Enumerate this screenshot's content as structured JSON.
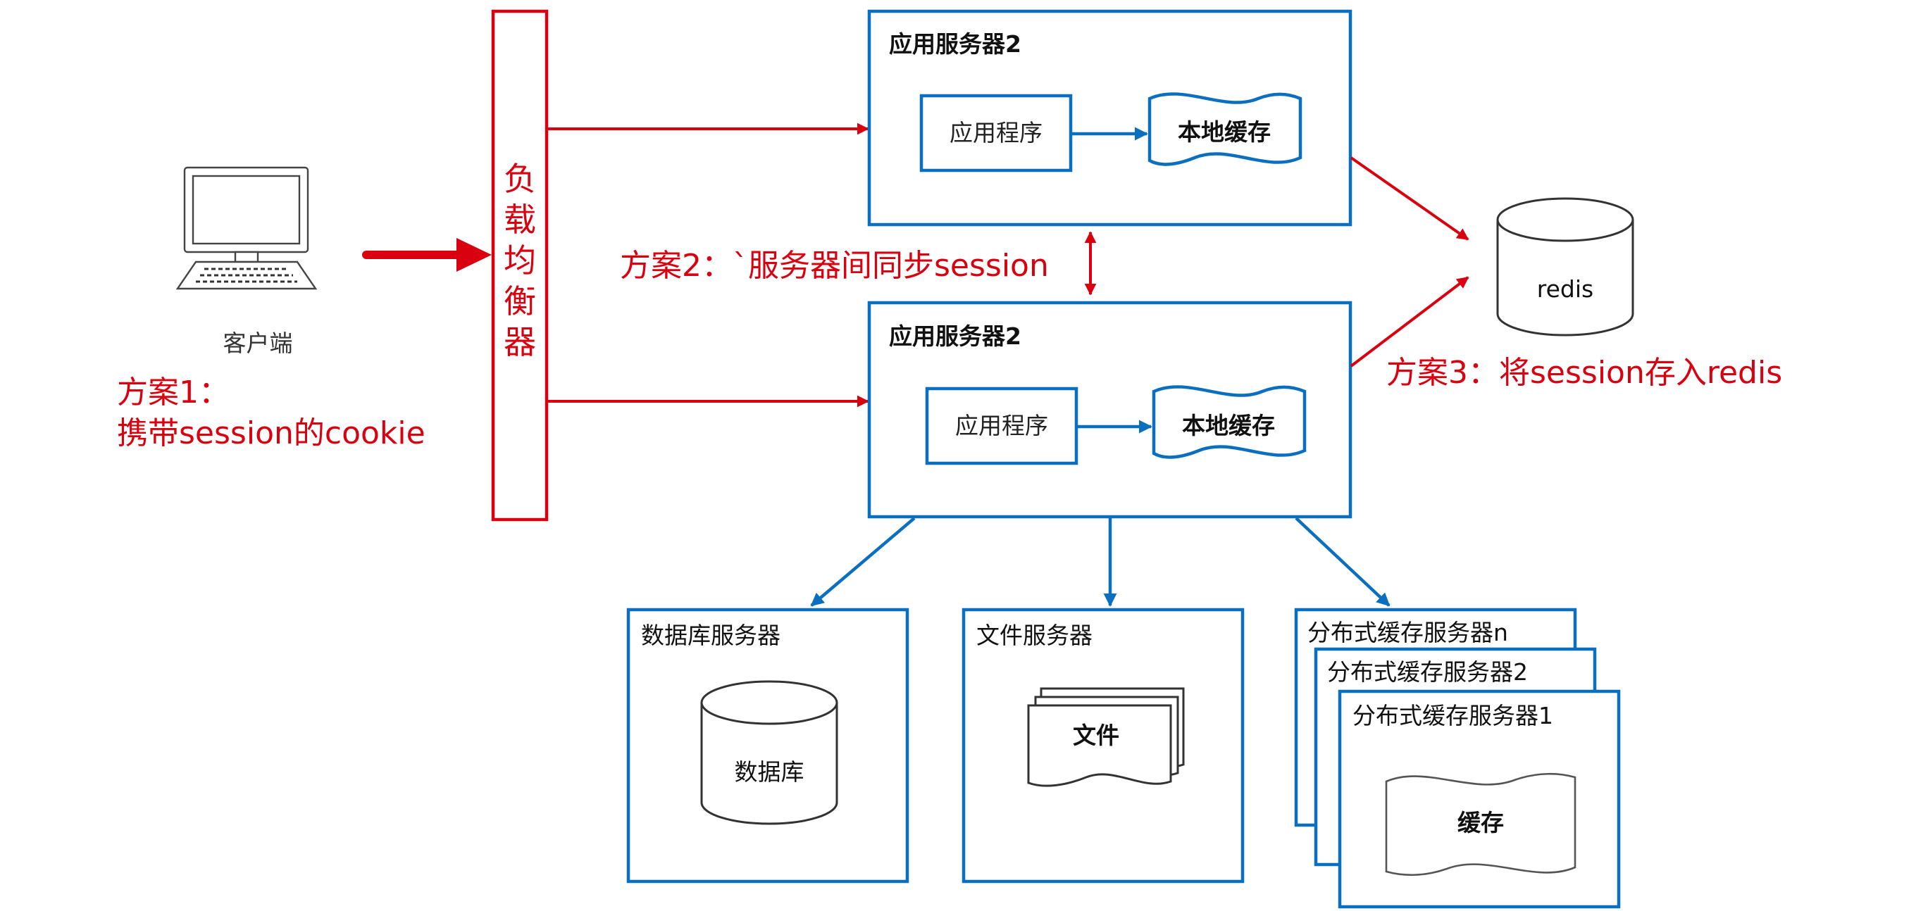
{
  "client": {
    "label": "客户端"
  },
  "load_balancer": {
    "label": "负载均衡器"
  },
  "app_server_top": {
    "title": "应用服务器2",
    "program": "应用程序",
    "local_cache": "本地缓存"
  },
  "app_server_bottom": {
    "title": "应用服务器2",
    "program": "应用程序",
    "local_cache": "本地缓存"
  },
  "redis": {
    "label": "redis"
  },
  "db_server": {
    "title": "数据库服务器",
    "db": "数据库"
  },
  "file_server": {
    "title": "文件服务器",
    "file": "文件"
  },
  "cache_servers": {
    "titles": [
      "分布式缓存服务器n",
      "分布式缓存服务器2",
      "分布式缓存服务器1"
    ],
    "cache": "缓存"
  },
  "notes": {
    "scheme1_line1": "方案1：",
    "scheme1_line2": "携带session的cookie",
    "scheme2": "方案2：`服务器间同步session",
    "scheme3": "方案3：将session存入redis"
  },
  "colors": {
    "red": "#d9000f",
    "blue": "#0a6fbf",
    "black": "#111111",
    "gray": "#555555"
  }
}
